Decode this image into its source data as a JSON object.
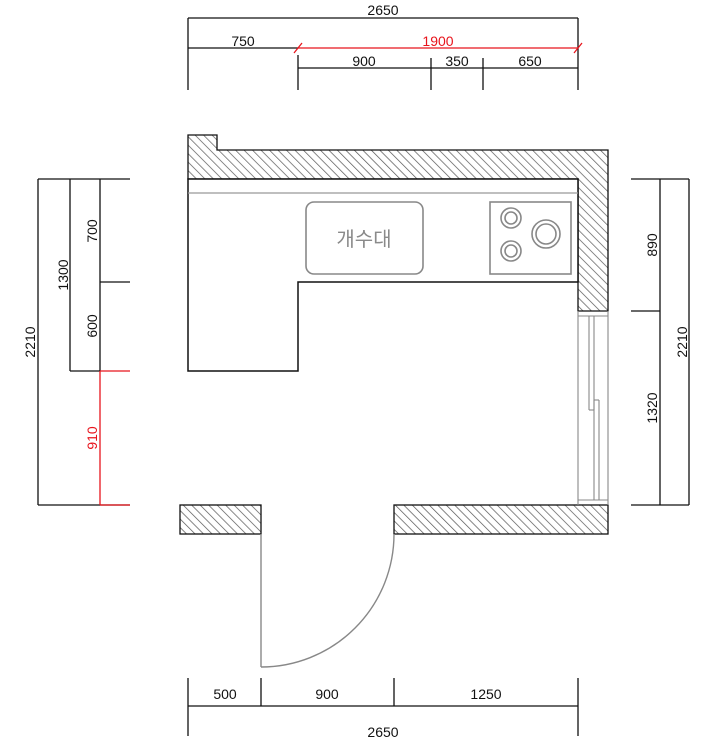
{
  "dimensions": {
    "top_total": "2650",
    "top_left": "750",
    "top_red": "1900",
    "top_seg1": "900",
    "top_seg2": "350",
    "top_seg3": "650",
    "left_total": "2210",
    "left_sub": "1300",
    "left_seg1": "700",
    "left_seg2": "600",
    "left_red": "910",
    "right_total": "2210",
    "right_seg1": "890",
    "right_seg2": "1320",
    "bottom_seg1": "500",
    "bottom_seg2": "900",
    "bottom_seg3": "1250",
    "bottom_total": "2650"
  },
  "fixtures": {
    "sink_label": "개수대"
  },
  "colors": {
    "line": "#111111",
    "highlight": "#e8141c",
    "fixture": "#888888",
    "hatch": "#555555"
  }
}
